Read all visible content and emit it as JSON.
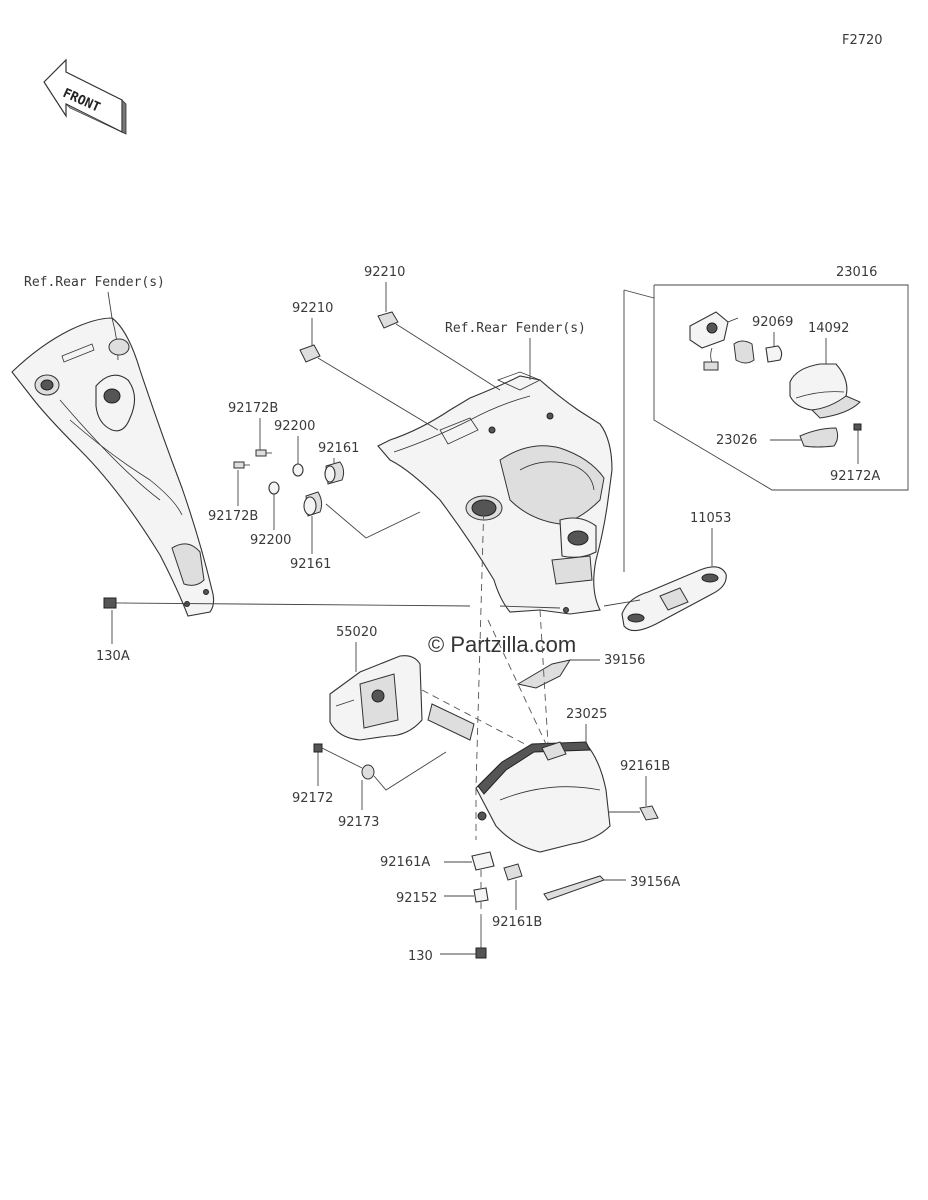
{
  "diagram_code": "F2720",
  "front_label": "FRONT",
  "watermark": "© Partzilla.com",
  "references": {
    "rear_fender_left": "Ref.Rear Fender(s)",
    "rear_fender_center": "Ref.Rear Fender(s)"
  },
  "part_labels": {
    "p92210_a": "92210",
    "p92210_b": "92210",
    "p23016": "23016",
    "p92069": "92069",
    "p14092": "14092",
    "p23026": "23026",
    "p92172A": "92172A",
    "p92172B_top": "92172B",
    "p92200_top": "92200",
    "p92161_top": "92161",
    "p92172B_bottom": "92172B",
    "p92200_bottom": "92200",
    "p92161_bottom": "92161",
    "p11053": "11053",
    "p130A": "130A",
    "p55020": "55020",
    "p39156": "39156",
    "p23025": "23025",
    "p92161B_right": "92161B",
    "p92172": "92172",
    "p92173": "92173",
    "p92161A": "92161A",
    "p39156A": "39156A",
    "p92152": "92152",
    "p92161B_bottom": "92161B",
    "p130": "130"
  }
}
